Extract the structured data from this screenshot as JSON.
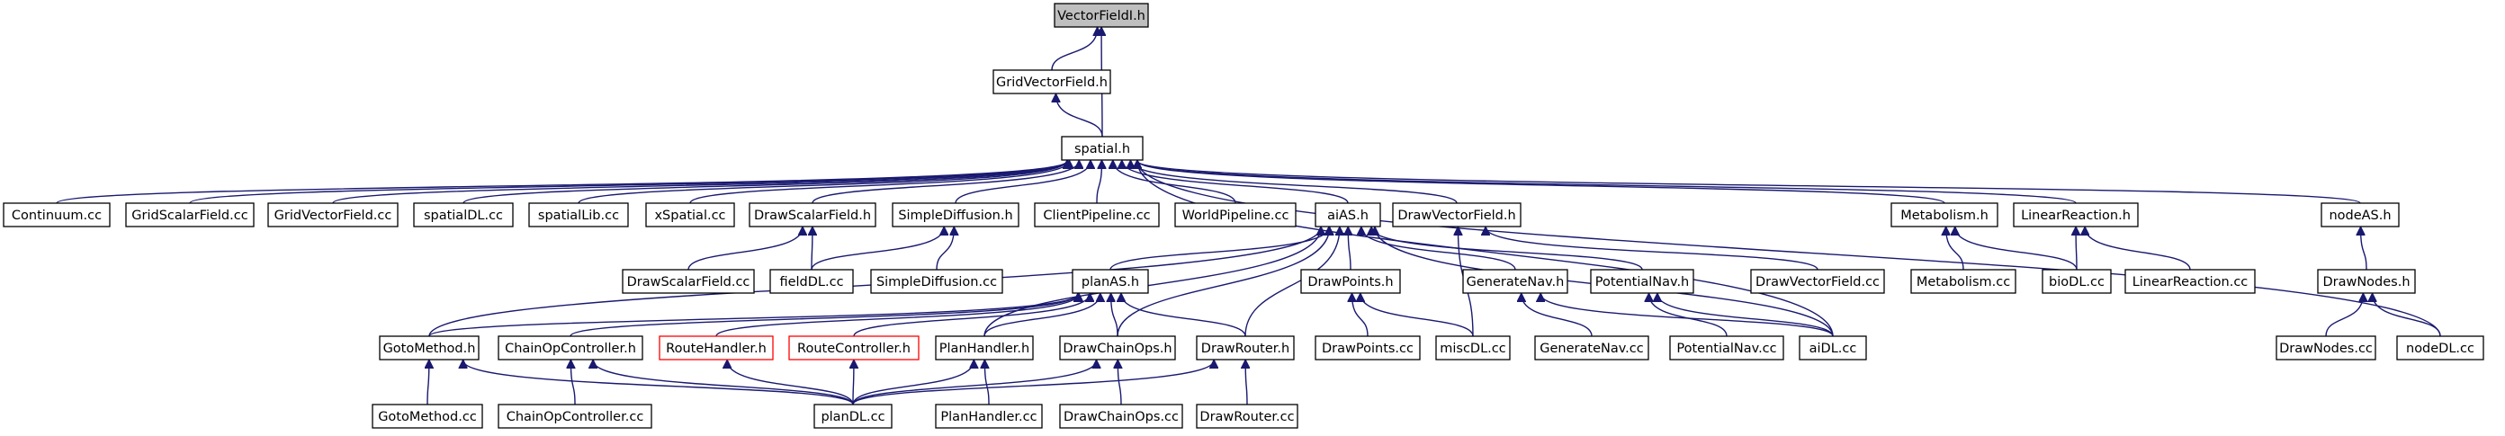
{
  "diagram": {
    "nodes": [
      {
        "id": "VectorFieldI_h",
        "label": "VectorFieldI.h",
        "style": "root"
      },
      {
        "id": "GridVectorField_h",
        "label": "GridVectorField.h",
        "style": "normal"
      },
      {
        "id": "spatial_h",
        "label": "spatial.h",
        "style": "normal"
      },
      {
        "id": "Continuum_cc",
        "label": "Continuum.cc",
        "style": "normal"
      },
      {
        "id": "GridScalarField_cc",
        "label": "GridScalarField.cc",
        "style": "normal"
      },
      {
        "id": "GridVectorField_cc",
        "label": "GridVectorField.cc",
        "style": "normal"
      },
      {
        "id": "spatialDL_cc",
        "label": "spatialDL.cc",
        "style": "normal"
      },
      {
        "id": "spatialLib_cc",
        "label": "spatialLib.cc",
        "style": "normal"
      },
      {
        "id": "xSpatial_cc",
        "label": "xSpatial.cc",
        "style": "normal"
      },
      {
        "id": "DrawScalarField_h",
        "label": "DrawScalarField.h",
        "style": "normal"
      },
      {
        "id": "SimpleDiffusion_h",
        "label": "SimpleDiffusion.h",
        "style": "normal"
      },
      {
        "id": "ClientPipeline_cc",
        "label": "ClientPipeline.cc",
        "style": "normal"
      },
      {
        "id": "WorldPipeline_cc",
        "label": "WorldPipeline.cc",
        "style": "normal"
      },
      {
        "id": "aiAS_h",
        "label": "aiAS.h",
        "style": "normal"
      },
      {
        "id": "DrawVectorField_h",
        "label": "DrawVectorField.h",
        "style": "normal"
      },
      {
        "id": "Metabolism_h",
        "label": "Metabolism.h",
        "style": "normal"
      },
      {
        "id": "LinearReaction_h",
        "label": "LinearReaction.h",
        "style": "normal"
      },
      {
        "id": "nodeAS_h",
        "label": "nodeAS.h",
        "style": "normal"
      },
      {
        "id": "DrawScalarField_cc",
        "label": "DrawScalarField.cc",
        "style": "normal"
      },
      {
        "id": "fieldDL_cc",
        "label": "fieldDL.cc",
        "style": "normal"
      },
      {
        "id": "SimpleDiffusion_cc",
        "label": "SimpleDiffusion.cc",
        "style": "normal"
      },
      {
        "id": "planAS_h",
        "label": "planAS.h",
        "style": "normal"
      },
      {
        "id": "DrawPoints_h",
        "label": "DrawPoints.h",
        "style": "normal"
      },
      {
        "id": "GenerateNav_h",
        "label": "GenerateNav.h",
        "style": "normal"
      },
      {
        "id": "PotentialNav_h",
        "label": "PotentialNav.h",
        "style": "normal"
      },
      {
        "id": "DrawVectorField_cc",
        "label": "DrawVectorField.cc",
        "style": "normal"
      },
      {
        "id": "Metabolism_cc",
        "label": "Metabolism.cc",
        "style": "normal"
      },
      {
        "id": "bioDL_cc",
        "label": "bioDL.cc",
        "style": "normal"
      },
      {
        "id": "LinearReaction_cc",
        "label": "LinearReaction.cc",
        "style": "normal"
      },
      {
        "id": "DrawNodes_h",
        "label": "DrawNodes.h",
        "style": "normal"
      },
      {
        "id": "GotoMethod_h",
        "label": "GotoMethod.h",
        "style": "normal"
      },
      {
        "id": "ChainOpController_h",
        "label": "ChainOpController.h",
        "style": "normal"
      },
      {
        "id": "RouteHandler_h",
        "label": "RouteHandler.h",
        "style": "red"
      },
      {
        "id": "RouteController_h",
        "label": "RouteController.h",
        "style": "red"
      },
      {
        "id": "PlanHandler_h",
        "label": "PlanHandler.h",
        "style": "normal"
      },
      {
        "id": "DrawChainOps_h",
        "label": "DrawChainOps.h",
        "style": "normal"
      },
      {
        "id": "DrawRouter_h",
        "label": "DrawRouter.h",
        "style": "normal"
      },
      {
        "id": "DrawPoints_cc",
        "label": "DrawPoints.cc",
        "style": "normal"
      },
      {
        "id": "miscDL_cc",
        "label": "miscDL.cc",
        "style": "normal"
      },
      {
        "id": "GenerateNav_cc",
        "label": "GenerateNav.cc",
        "style": "normal"
      },
      {
        "id": "PotentialNav_cc",
        "label": "PotentialNav.cc",
        "style": "normal"
      },
      {
        "id": "aiDL_cc",
        "label": "aiDL.cc",
        "style": "normal"
      },
      {
        "id": "DrawNodes_cc",
        "label": "DrawNodes.cc",
        "style": "normal"
      },
      {
        "id": "nodeDL_cc",
        "label": "nodeDL.cc",
        "style": "normal"
      },
      {
        "id": "GotoMethod_cc",
        "label": "GotoMethod.cc",
        "style": "normal"
      },
      {
        "id": "ChainOpController_cc",
        "label": "ChainOpController.cc",
        "style": "normal"
      },
      {
        "id": "planDL_cc",
        "label": "planDL.cc",
        "style": "normal"
      },
      {
        "id": "PlanHandler_cc",
        "label": "PlanHandler.cc",
        "style": "normal"
      },
      {
        "id": "DrawChainOps_cc",
        "label": "DrawChainOps.cc",
        "style": "normal"
      },
      {
        "id": "DrawRouter_cc",
        "label": "DrawRouter.cc",
        "style": "normal"
      }
    ],
    "edges": [
      [
        "GridVectorField_h",
        "VectorFieldI_h"
      ],
      [
        "spatial_h",
        "VectorFieldI_h"
      ],
      [
        "spatial_h",
        "GridVectorField_h"
      ],
      [
        "Continuum_cc",
        "spatial_h"
      ],
      [
        "GridScalarField_cc",
        "spatial_h"
      ],
      [
        "GridVectorField_cc",
        "spatial_h"
      ],
      [
        "spatialDL_cc",
        "spatial_h"
      ],
      [
        "spatialLib_cc",
        "spatial_h"
      ],
      [
        "xSpatial_cc",
        "spatial_h"
      ],
      [
        "DrawScalarField_h",
        "spatial_h"
      ],
      [
        "SimpleDiffusion_h",
        "spatial_h"
      ],
      [
        "ClientPipeline_cc",
        "spatial_h"
      ],
      [
        "WorldPipeline_cc",
        "spatial_h"
      ],
      [
        "aiAS_h",
        "spatial_h"
      ],
      [
        "DrawVectorField_h",
        "spatial_h"
      ],
      [
        "Metabolism_h",
        "spatial_h"
      ],
      [
        "LinearReaction_h",
        "spatial_h"
      ],
      [
        "nodeAS_h",
        "spatial_h"
      ],
      [
        "aiDL_cc",
        "spatial_h"
      ],
      [
        "nodeDL_cc",
        "spatial_h"
      ],
      [
        "DrawScalarField_cc",
        "DrawScalarField_h"
      ],
      [
        "fieldDL_cc",
        "DrawScalarField_h"
      ],
      [
        "fieldDL_cc",
        "SimpleDiffusion_h"
      ],
      [
        "SimpleDiffusion_cc",
        "SimpleDiffusion_h"
      ],
      [
        "planAS_h",
        "aiAS_h"
      ],
      [
        "DrawPoints_h",
        "aiAS_h"
      ],
      [
        "GenerateNav_h",
        "aiAS_h"
      ],
      [
        "PotentialNav_h",
        "aiAS_h"
      ],
      [
        "aiDL_cc",
        "aiAS_h"
      ],
      [
        "GotoMethod_h",
        "aiAS_h"
      ],
      [
        "PlanHandler_h",
        "aiAS_h"
      ],
      [
        "DrawChainOps_h",
        "aiAS_h"
      ],
      [
        "DrawRouter_h",
        "aiAS_h"
      ],
      [
        "DrawVectorField_cc",
        "DrawVectorField_h"
      ],
      [
        "miscDL_cc",
        "DrawVectorField_h"
      ],
      [
        "Metabolism_cc",
        "Metabolism_h"
      ],
      [
        "bioDL_cc",
        "Metabolism_h"
      ],
      [
        "bioDL_cc",
        "LinearReaction_h"
      ],
      [
        "LinearReaction_cc",
        "LinearReaction_h"
      ],
      [
        "DrawNodes_h",
        "nodeAS_h"
      ],
      [
        "GotoMethod_h",
        "planAS_h"
      ],
      [
        "ChainOpController_h",
        "planAS_h"
      ],
      [
        "RouteHandler_h",
        "planAS_h"
      ],
      [
        "RouteController_h",
        "planAS_h"
      ],
      [
        "PlanHandler_h",
        "planAS_h"
      ],
      [
        "DrawChainOps_h",
        "planAS_h"
      ],
      [
        "DrawRouter_h",
        "planAS_h"
      ],
      [
        "DrawPoints_cc",
        "DrawPoints_h"
      ],
      [
        "miscDL_cc",
        "DrawPoints_h"
      ],
      [
        "GenerateNav_cc",
        "GenerateNav_h"
      ],
      [
        "aiDL_cc",
        "GenerateNav_h"
      ],
      [
        "PotentialNav_cc",
        "PotentialNav_h"
      ],
      [
        "aiDL_cc",
        "PotentialNav_h"
      ],
      [
        "DrawNodes_cc",
        "DrawNodes_h"
      ],
      [
        "nodeDL_cc",
        "DrawNodes_h"
      ],
      [
        "GotoMethod_cc",
        "GotoMethod_h"
      ],
      [
        "planDL_cc",
        "GotoMethod_h"
      ],
      [
        "ChainOpController_cc",
        "ChainOpController_h"
      ],
      [
        "planDL_cc",
        "ChainOpController_h"
      ],
      [
        "planDL_cc",
        "RouteHandler_h"
      ],
      [
        "planDL_cc",
        "RouteController_h"
      ],
      [
        "planDL_cc",
        "PlanHandler_h"
      ],
      [
        "PlanHandler_cc",
        "PlanHandler_h"
      ],
      [
        "planDL_cc",
        "DrawChainOps_h"
      ],
      [
        "DrawChainOps_cc",
        "DrawChainOps_h"
      ],
      [
        "planDL_cc",
        "DrawRouter_h"
      ],
      [
        "DrawRouter_cc",
        "DrawRouter_h"
      ]
    ]
  }
}
